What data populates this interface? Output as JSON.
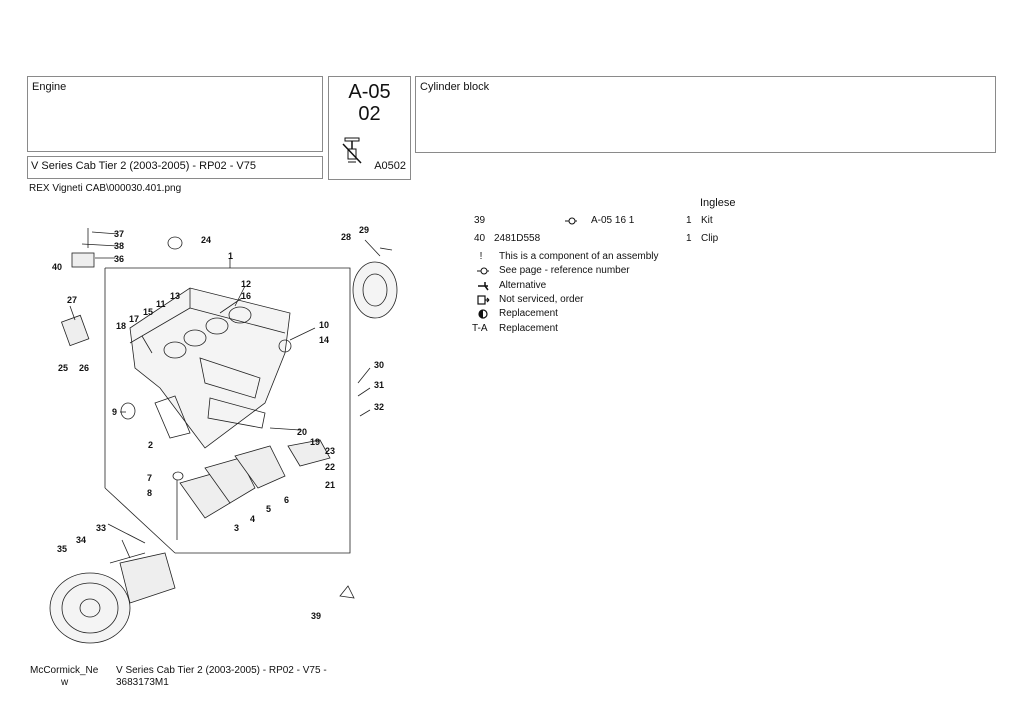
{
  "header": {
    "section": "Engine",
    "model": "V Series Cab Tier 2 (2003-2005) - RP02 - V75",
    "code_line1": "A-05",
    "code_line2": "02",
    "code_small": "A0502",
    "page_title": "Cylinder block"
  },
  "image_path": "REX Vigneti CAB\\000030.401.png",
  "language": "Inglese",
  "parts": [
    {
      "ref": "39",
      "part_no": "",
      "page_ref": "A-05 16  1",
      "qty": "1",
      "description": "Kit"
    },
    {
      "ref": "40",
      "part_no": "2481D558",
      "page_ref": "",
      "qty": "1",
      "description": "Clip"
    }
  ],
  "legend": [
    {
      "symbol": "!",
      "icon": "exclamation-icon",
      "text": "This is a component of an assembly"
    },
    {
      "symbol": "",
      "icon": "see-page-icon",
      "text": "See page - reference number"
    },
    {
      "symbol": "",
      "icon": "alternative-icon",
      "text": "Alternative"
    },
    {
      "symbol": "",
      "icon": "not-serviced-icon",
      "text": "Not serviced, order"
    },
    {
      "symbol": "",
      "icon": "replacement-icon",
      "text": "Replacement"
    },
    {
      "symbol": "T-A",
      "icon": "",
      "text": "Replacement"
    }
  ],
  "diagram_labels": [
    "37",
    "38",
    "36",
    "40",
    "24",
    "1",
    "29",
    "28",
    "27",
    "13",
    "12",
    "16",
    "11",
    "15",
    "17",
    "18",
    "10",
    "14",
    "25",
    "26",
    "9",
    "2",
    "30",
    "31",
    "32",
    "20",
    "19",
    "23",
    "22",
    "21",
    "7",
    "8",
    "6",
    "5",
    "4",
    "3",
    "33",
    "34",
    "35",
    "39"
  ],
  "footer": {
    "brand_line1": "McCormick_Ne",
    "brand_line2": "w",
    "model_line1": "V Series Cab Tier 2 (2003-2005) - RP02 - V75 -",
    "model_line2": "3683173M1"
  }
}
